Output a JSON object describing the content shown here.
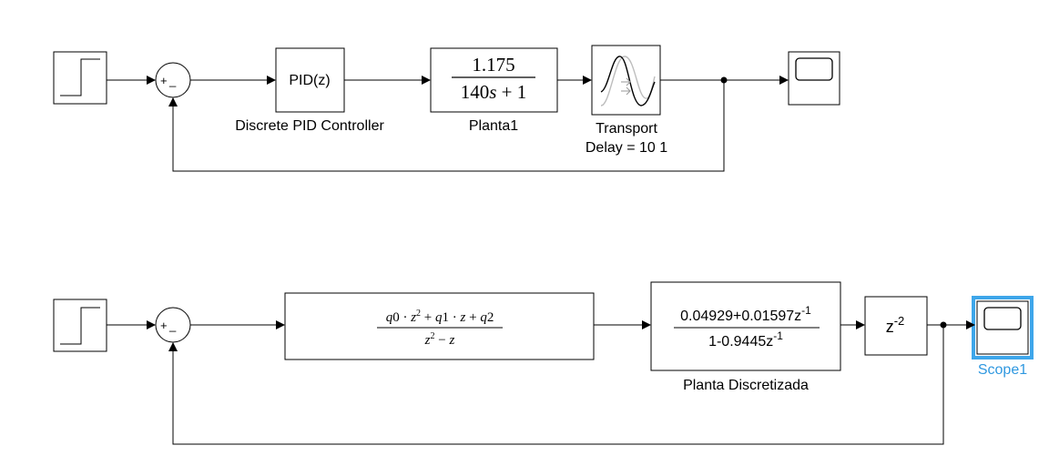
{
  "diagram_top": {
    "sum": {
      "plus": "+",
      "minus": "_"
    },
    "pid": {
      "text": "PID(z)",
      "name": "Discrete PID Controller"
    },
    "plant": {
      "num": "1.175",
      "den_a": "140",
      "den_var": "s",
      "den_b": " + 1",
      "name": "Planta1"
    },
    "delay": {
      "name_line1": "Transport",
      "name_line2": "Delay = 10 1"
    }
  },
  "diagram_bottom": {
    "sum": {
      "plus": "+",
      "minus": "_"
    },
    "controller": {
      "num": [
        {
          "t": "q",
          "i": true
        },
        {
          "t": "0 · "
        },
        {
          "t": "z",
          "i": true
        },
        {
          "t": "2",
          "sup": true
        },
        {
          "t": " + "
        },
        {
          "t": "q",
          "i": true
        },
        {
          "t": "1 · "
        },
        {
          "t": "z",
          "i": true
        },
        {
          "t": " + "
        },
        {
          "t": "q",
          "i": true
        },
        {
          "t": "2"
        }
      ],
      "den": [
        {
          "t": "z",
          "i": true
        },
        {
          "t": "2",
          "sup": true
        },
        {
          "t": " − "
        },
        {
          "t": "z",
          "i": true
        }
      ]
    },
    "plant": {
      "num_main": "0.04929+0.01597z",
      "num_exp": "-1",
      "den_main": "1-0.9445z",
      "den_exp": "-1",
      "name": "Planta Discretizada"
    },
    "delay": {
      "base": "z",
      "exp": "-2"
    },
    "scope": {
      "name": "Scope1"
    }
  }
}
